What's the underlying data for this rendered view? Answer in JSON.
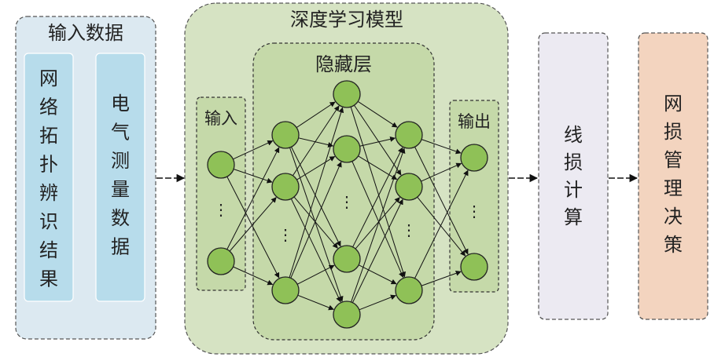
{
  "input_data": {
    "title": "输入数据",
    "col1": [
      "网",
      "络",
      "拓",
      "扑",
      "辨",
      "识",
      "结",
      "果"
    ],
    "col2": [
      "电",
      "气",
      "测",
      "量",
      "数",
      "据"
    ]
  },
  "model": {
    "title": "深度学习模型",
    "hidden_title": "隐藏层",
    "input_label": "输入",
    "output_label": "输出",
    "ellipsis": "⋮"
  },
  "line_loss": {
    "chars": [
      "线",
      "损",
      "计",
      "算"
    ]
  },
  "decision": {
    "chars": [
      "网",
      "损",
      "管",
      "理",
      "决",
      "策"
    ]
  },
  "colors": {
    "input_panel": "#dce9f1",
    "input_col": "#b7dceb",
    "model_panel": "#d6e3c3",
    "hidden_panel": "#c5d9a9",
    "node_fill": "#8fc157",
    "line_loss_box": "#eceaf2",
    "decision_box": "#f3d4bf"
  }
}
